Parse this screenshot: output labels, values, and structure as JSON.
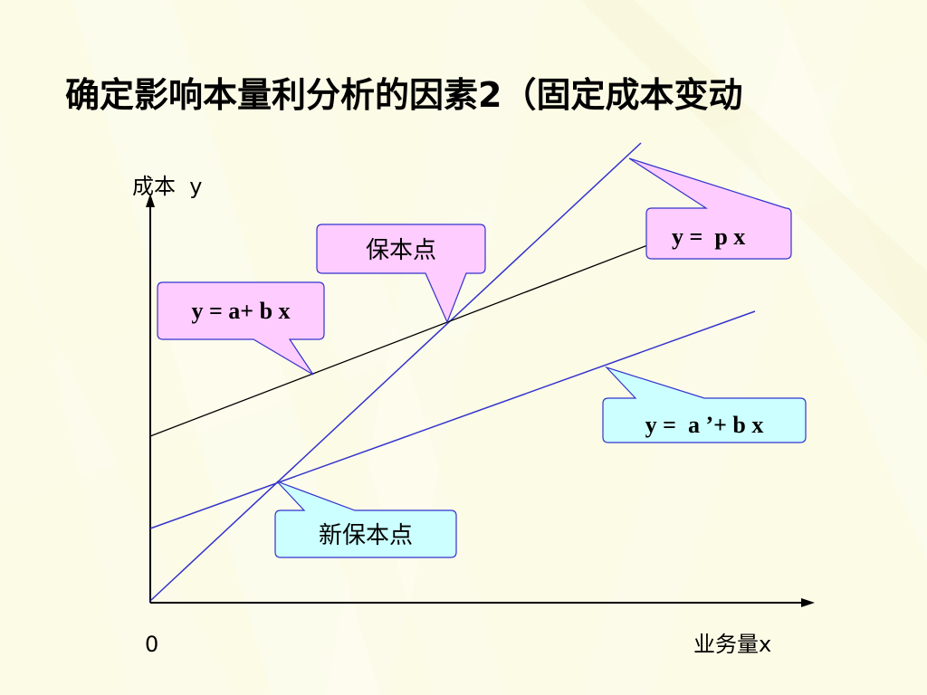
{
  "title": "确定影响本量利分析的因素2（固定成本变动",
  "axes": {
    "y_label": "成本  y",
    "x_label": "业务量x",
    "origin_label": "0"
  },
  "callouts": {
    "revenue_line": "y =  p x",
    "breakeven": "保本点",
    "original_cost_line": "y = a+ b x",
    "new_cost_line": "y =  a ’+ b x",
    "new_breakeven": "新保本点"
  },
  "colors": {
    "background": "#FCFBE6",
    "pink_callout": "#FFCCFF",
    "cyan_callout": "#CCFFFF",
    "blue_line": "#3333CC",
    "black_line": "#000000",
    "callout_border": "#3333CC"
  }
}
